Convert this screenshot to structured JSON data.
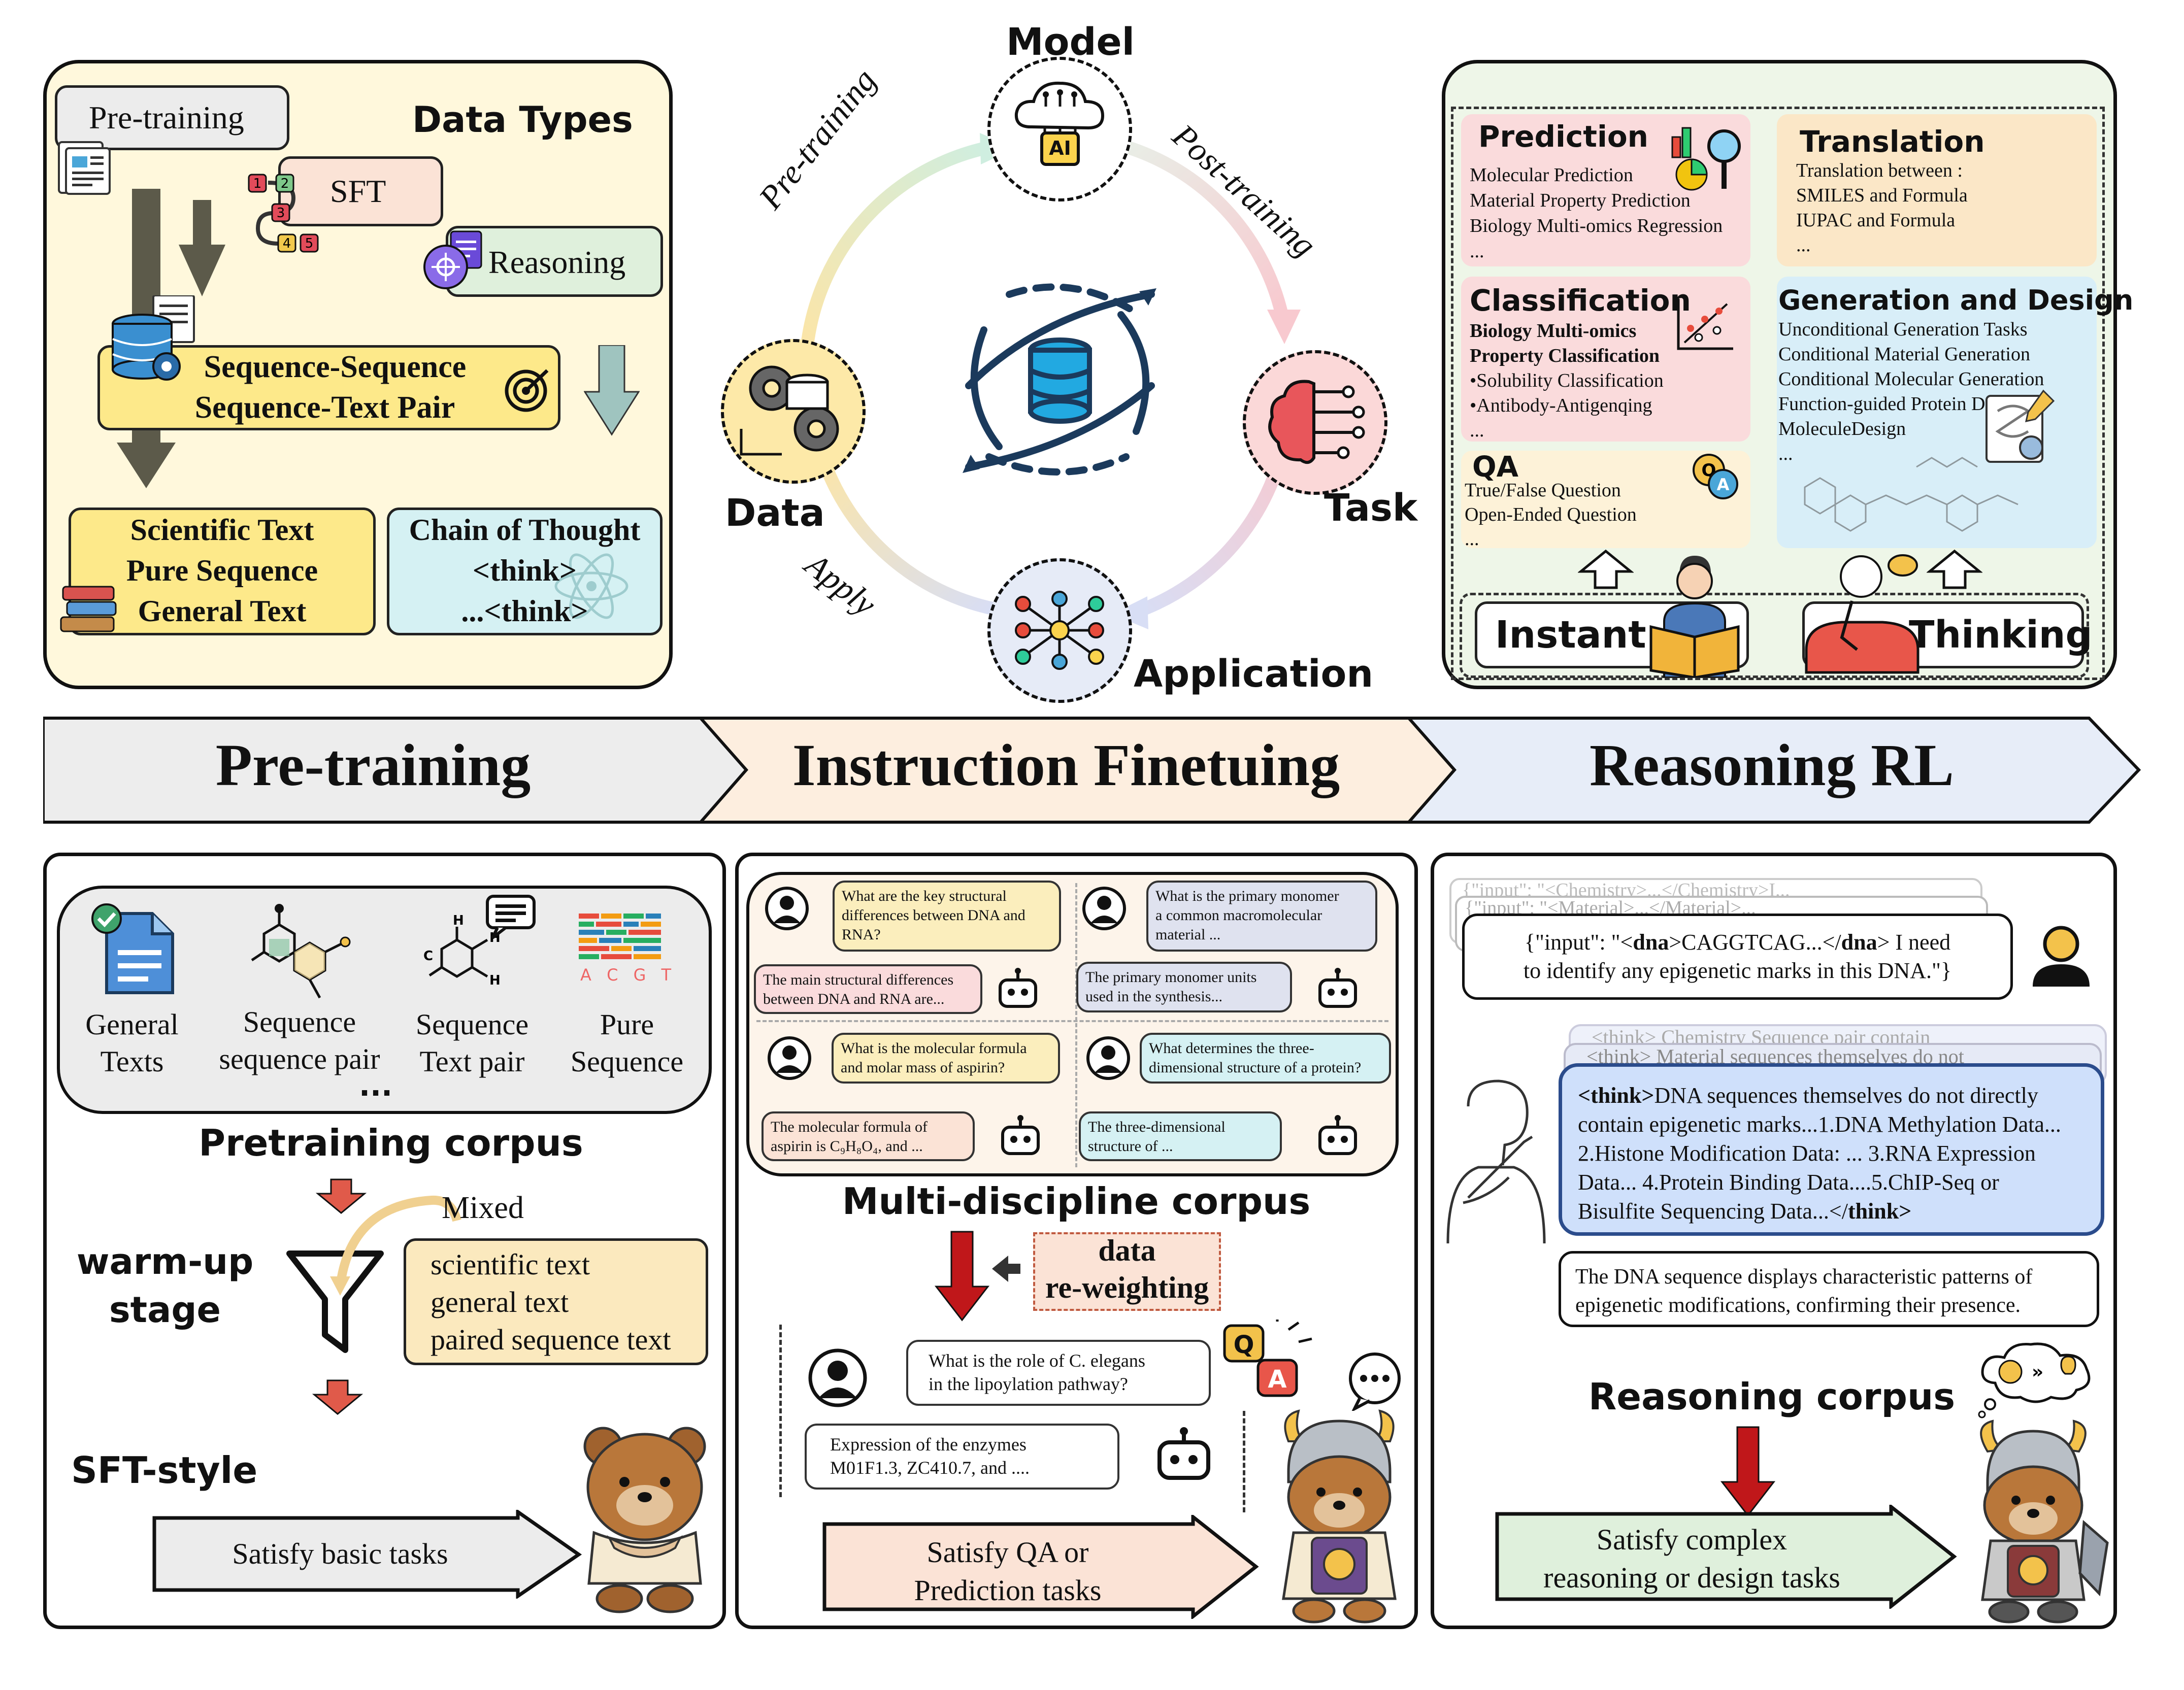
{
  "colors": {
    "cream": "#fff8dc",
    "yellow": "#fde98a",
    "peach": "#fbe3d6",
    "mint": "#dff0dc",
    "cyan": "#d5f1f3",
    "pink": "#fadbdc",
    "lightblue": "#d8eef8",
    "orange": "#fbe7c7",
    "green_panel": "#eef6e8",
    "banner1": "#ededed",
    "banner2": "#fdeedf",
    "banner3": "#e7edf8",
    "red_arrow": "#c0171a",
    "olive_arrow": "#5c5a4a",
    "teal_arrow": "#9fc4bf"
  },
  "top_left": {
    "pretraining": "Pre-training",
    "data_types": "Data Types",
    "sft": "SFT",
    "reasoning": "Reasoning",
    "seq_line1": "Sequence-Sequence",
    "seq_line2": "Sequence-Text Pair",
    "sci_line1": "Scientific Text",
    "sci_line2": "Pure Sequence",
    "sci_line3": "General Text",
    "cot_line1": "Chain of Thought",
    "cot_line2": "<think>",
    "cot_line3": "...<think>"
  },
  "cycle": {
    "model": "Model",
    "data": "Data",
    "task": "Task",
    "application": "Application",
    "pre_training": "Pre-training",
    "post_training": "Post-training",
    "apply": "Apply",
    "ai_badge": "AI"
  },
  "top_right": {
    "prediction": {
      "title": "Prediction",
      "items": [
        "Molecular Prediction",
        "Material Property Prediction",
        "Biology Multi-omics Regression",
        "..."
      ]
    },
    "translation": {
      "title": "Translation",
      "items": [
        "Translation between :",
        "SMILES and Formula",
        "IUPAC and Formula",
        "..."
      ]
    },
    "classification": {
      "title": "Classification",
      "bold1": "Biology Multi-omics",
      "bold2": "Property Classification",
      "items": [
        "•Solubility Classification",
        "•Antibody-Antigenqing",
        "..."
      ]
    },
    "generation": {
      "title": "Generation and Design",
      "items": [
        "Unconditional Generation Tasks",
        "Conditional Material Generation",
        "Conditional Molecular Generation",
        "Function-guided Protein Design",
        "MoleculeDesign",
        "..."
      ]
    },
    "qa": {
      "title": "QA",
      "items": [
        "True/False Question",
        "Open-Ended Question",
        "..."
      ]
    },
    "instant": "Instant",
    "thinking": "Thinking"
  },
  "banners": [
    "Pre-training",
    "Instruction Finetuing",
    "Reasoning RL"
  ],
  "bottom_left": {
    "icons": [
      {
        "line1": "General",
        "line2": "Texts"
      },
      {
        "line1": "Sequence",
        "line2": "sequence pair"
      },
      {
        "line1": "Sequence",
        "line2": "Text pair"
      },
      {
        "line1": "Pure",
        "line2": "Sequence"
      }
    ],
    "acgt": "A C G T",
    "ellipsis": "...",
    "corpus": "Pretraining corpus",
    "mixed": "Mixed",
    "warmup1": "warm-up",
    "warmup2": "stage",
    "mix_items": [
      "scientific text",
      "general text",
      "paired sequence text"
    ],
    "sft_style": "SFT-style",
    "satisfy": "Satisfy basic tasks"
  },
  "bottom_mid": {
    "chats": [
      {
        "q": [
          "What are the key structural",
          "differences between DNA and",
          "RNA?"
        ],
        "a": [
          "The main structural differences",
          "between DNA and RNA are..."
        ]
      },
      {
        "q": [
          "What is the primary monomer",
          "a common macromolecular",
          "material ..."
        ],
        "a": [
          "The primary monomer units",
          "used in the synthesis..."
        ]
      },
      {
        "q": [
          "What is the molecular formula",
          "and molar mass of aspirin?"
        ],
        "a": [
          "The molecular formula of",
          "aspirin is C₉H₈O₄, and ..."
        ]
      },
      {
        "q": [
          "What determines the three-",
          "dimensional structure of a protein?"
        ],
        "a": [
          "The three-dimensional",
          "structure of ..."
        ]
      }
    ],
    "corpus": "Multi-discipline corpus",
    "reweight1": "data",
    "reweight2": "re-weighting",
    "q": [
      "What is the role of C. elegans",
      "in the lipoylation pathway?"
    ],
    "a": [
      "Expression of the enzymes",
      "M01F1.3, ZC410.7, and ...."
    ],
    "satisfy1": "Satisfy QA or",
    "satisfy2": "Prediction  tasks",
    "badge_q": "Q",
    "badge_a": "A"
  },
  "bottom_right": {
    "ghost1": "{\"input\": \"<Chemistry>...</Chemistry>I...",
    "ghost2": "{\"input\": \"<Material>...</Material>...",
    "input_line1_pre": "{\"input\": \"<",
    "input_tag": "dna",
    "input_line1_mid": ">CAGGTCAG...</",
    "input_line1_post": "> I need",
    "input_line2": "to identify any epigenetic marks in this DNA.\"}",
    "ghost3": "<think> Chemistry Sequence pair contain",
    "ghost4": "<think> Material sequences themselves do not",
    "think_tag": "think",
    "think_lines": [
      "DNA sequences themselves do not directly",
      "contain epigenetic marks...1.DNA Methylation Data...",
      "2.Histone Modification Data: ... 3.RNA Expression",
      "Data... 4.Protein Binding Data....5.ChIP-Seq or",
      "Bisulfite Sequencing Data...</"
    ],
    "answer": [
      "The DNA sequence displays characteristic patterns of",
      "epigenetic modifications, confirming their presence."
    ],
    "corpus": "Reasoning corpus",
    "satisfy1": "Satisfy complex",
    "satisfy2": "reasoning or design tasks"
  }
}
